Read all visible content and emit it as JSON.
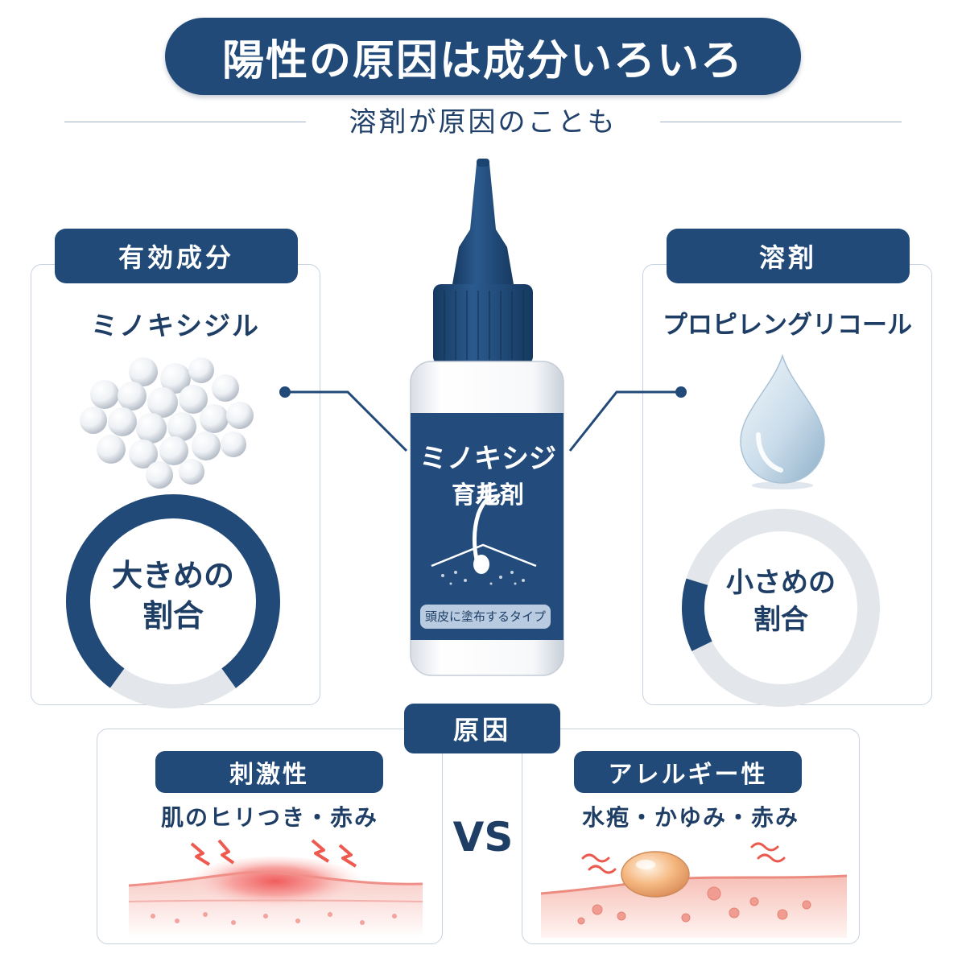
{
  "header": {
    "title": "陽性の原因は成分いろいろ",
    "subtitle": "溶剤が原因のことも"
  },
  "left_panel": {
    "tag": "有効成分",
    "ingredient": "ミノキシジル",
    "ring_line1": "大きめの",
    "ring_line2": "割合",
    "ring_fraction": 0.8
  },
  "right_panel": {
    "tag": "溶剤",
    "ingredient": "プロピレングリコール",
    "ring_line1": "小さめの",
    "ring_line2": "割合",
    "ring_fraction": 0.12
  },
  "bottle": {
    "label_line1": "ミノキシジル",
    "label_line2": "育毛剤",
    "label_tag": "頭皮に塗布するタイプ"
  },
  "causes": {
    "tag": "原因",
    "vs": "VS",
    "left": {
      "tag": "刺激性",
      "symptom": "肌のヒリつき・赤み"
    },
    "right": {
      "tag": "アレルギー性",
      "symptom": "水疱・かゆみ・赤み"
    }
  },
  "colors": {
    "navy": "#214a79",
    "ring_track": "#e3e6ea",
    "skin_red": "#f2a6a0"
  }
}
